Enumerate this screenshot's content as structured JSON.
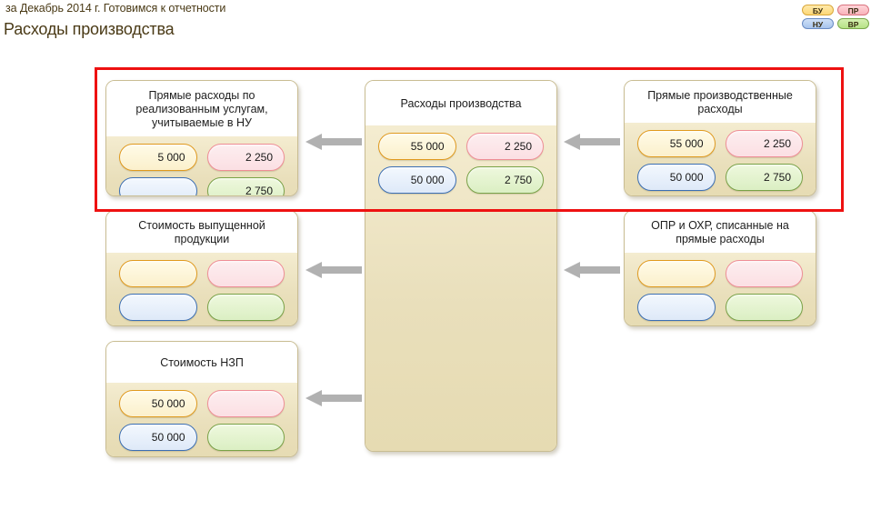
{
  "header": {
    "subtitle": "за Декабрь 2014 г. Готовимся к отчетности",
    "title": "Расходы производства"
  },
  "legend": {
    "badges": [
      {
        "code": "БУ",
        "color": "#fcd878"
      },
      {
        "code": "ПР",
        "color": "#f9b3ba"
      },
      {
        "code": "НУ",
        "color": "#a7c4ec"
      },
      {
        "code": "ВР",
        "color": "#b7e287"
      }
    ]
  },
  "highlight": {
    "color": "#ee1111"
  },
  "cards": {
    "direct_services_nu": {
      "title": "Прямые расходы по реализованным услугам, учитываемые в НУ",
      "pills": {
        "bu": "5 000",
        "pr": "2 250",
        "nu": "",
        "vr": "2 750"
      }
    },
    "production_costs": {
      "title": "Расходы производства",
      "pills": {
        "bu": "55 000",
        "pr": "2 250",
        "nu": "50 000",
        "vr": "2 750"
      }
    },
    "direct_production_costs": {
      "title": "Прямые производственные расходы",
      "pills": {
        "bu": "55 000",
        "pr": "2 250",
        "nu": "50 000",
        "vr": "2 750"
      }
    },
    "released_product_cost": {
      "title": "Стоимость выпущенной продукции",
      "pills": {
        "bu": "",
        "pr": "",
        "nu": "",
        "vr": ""
      }
    },
    "opr_ohr_written_off": {
      "title": "ОПР и ОХР, списанные на прямые расходы",
      "pills": {
        "bu": "",
        "pr": "",
        "nu": "",
        "vr": ""
      }
    },
    "wip_cost": {
      "title": "Стоимость НЗП",
      "pills": {
        "bu": "50 000",
        "pr": "",
        "nu": "50 000",
        "vr": ""
      }
    }
  },
  "arrows": {
    "color": "#b1b1b1",
    "direction": "left"
  }
}
